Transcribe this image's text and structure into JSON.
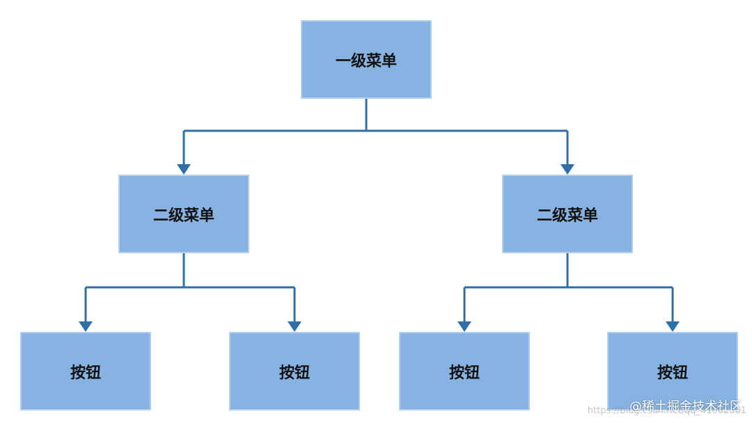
{
  "diagram": {
    "root": {
      "label": "一级菜单"
    },
    "level2": [
      {
        "label": "二级菜单"
      },
      {
        "label": "二级菜单"
      }
    ],
    "buttons": [
      {
        "label": "按钮"
      },
      {
        "label": "按钮"
      },
      {
        "label": "按钮"
      },
      {
        "label": "按钮"
      }
    ]
  },
  "colors": {
    "node_fill": "#86b3e2",
    "node_border": "#b3d0ef",
    "connector": "#2f6fa8"
  },
  "watermark": {
    "text": "@稀土掘金技术社区",
    "url": "https://blog.csdn.net/qq_41662301"
  }
}
